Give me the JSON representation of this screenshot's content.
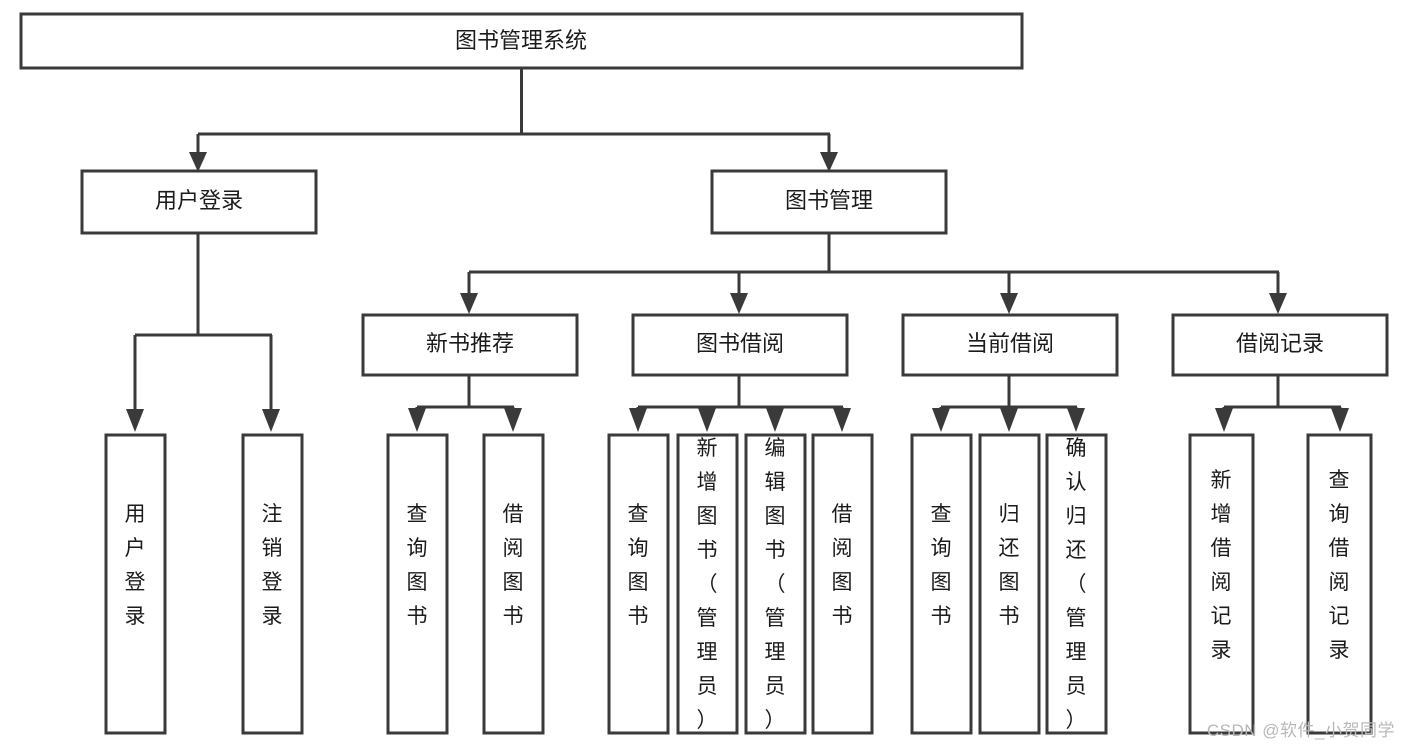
{
  "diagram": {
    "title": "图书管理系统",
    "type": "hierarchy-tree",
    "watermark": "CSDN @软件_小贺同学",
    "colors": {
      "box_stroke": "#3a3a3a",
      "box_fill": "#ffffff",
      "text": "#1b1b1b",
      "connector": "#3a3a3a",
      "watermark": "#b8b8b8",
      "background": "#ffffff"
    },
    "levels": {
      "root": {
        "label": "图书管理系统"
      },
      "level2": [
        {
          "id": "user-login",
          "label": "用户登录"
        },
        {
          "id": "book-management",
          "label": "图书管理"
        }
      ],
      "level3": [
        {
          "id": "new-book-recommend",
          "label": "新书推荐",
          "parent": "book-management"
        },
        {
          "id": "book-borrow",
          "label": "图书借阅",
          "parent": "book-management"
        },
        {
          "id": "current-borrow",
          "label": "当前借阅",
          "parent": "book-management"
        },
        {
          "id": "borrow-record",
          "label": "借阅记录",
          "parent": "book-management"
        }
      ],
      "leaves": {
        "user-login": [
          {
            "id": "leaf-user-login",
            "label": "用户登录"
          },
          {
            "id": "leaf-logout",
            "label": "注销登录"
          }
        ],
        "new-book-recommend": [
          {
            "id": "leaf-query-book-1",
            "label": "查询图书"
          },
          {
            "id": "leaf-borrow-book-1",
            "label": "借阅图书"
          }
        ],
        "book-borrow": [
          {
            "id": "leaf-query-book-2",
            "label": "查询图书"
          },
          {
            "id": "leaf-add-book",
            "label": "新增图书（管理员）"
          },
          {
            "id": "leaf-edit-book",
            "label": "编辑图书（管理员）"
          },
          {
            "id": "leaf-borrow-book-2",
            "label": "借阅图书"
          }
        ],
        "current-borrow": [
          {
            "id": "leaf-query-book-3",
            "label": "查询图书"
          },
          {
            "id": "leaf-return-book",
            "label": "归还图书"
          },
          {
            "id": "leaf-confirm-return",
            "label": "确认归还（管理员）"
          }
        ],
        "borrow-record": [
          {
            "id": "leaf-add-record",
            "label": "新增借阅记录"
          },
          {
            "id": "leaf-query-record",
            "label": "查询借阅记录"
          }
        ]
      }
    }
  }
}
